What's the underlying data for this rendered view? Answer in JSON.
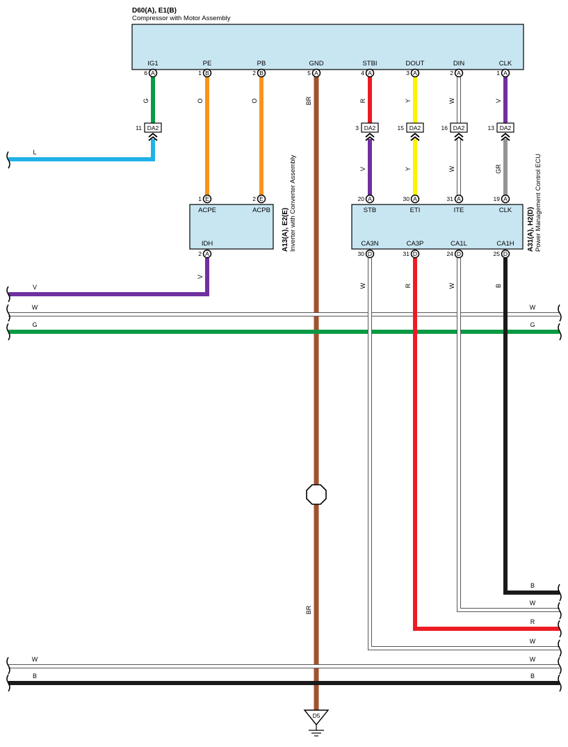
{
  "colors": {
    "G": "#0a9a44",
    "O": "#f7941d",
    "BR": "#a0522d",
    "R": "#ed1c24",
    "Y": "#fff200",
    "W": "#ffffff",
    "V": "#7030a0",
    "L": "#1fb1e8",
    "GR": "#949494",
    "B": "#1a1a1a",
    "box_fill": "#c8e6f2"
  },
  "compressor": {
    "code": "D60(A), E1(B)",
    "name": "Compressor with Motor Assembly",
    "pins": [
      {
        "label": "IG1",
        "num": "6",
        "conn": "A"
      },
      {
        "label": "PE",
        "num": "1",
        "conn": "B"
      },
      {
        "label": "PB",
        "num": "2",
        "conn": "B"
      },
      {
        "label": "GND",
        "num": "5",
        "conn": "A"
      },
      {
        "label": "STBI",
        "num": "4",
        "conn": "A"
      },
      {
        "label": "DOUT",
        "num": "3",
        "conn": "A"
      },
      {
        "label": "DIN",
        "num": "2",
        "conn": "A"
      },
      {
        "label": "CLK",
        "num": "1",
        "conn": "A"
      }
    ]
  },
  "inverter": {
    "code": "A13(A), E2(E)",
    "name": "Inverter with Converter Assembly",
    "top_pins": [
      {
        "label": "ACPE",
        "num": "1",
        "conn": "E"
      },
      {
        "label": "ACPB",
        "num": "2",
        "conn": "E"
      }
    ],
    "bottom_pins": [
      {
        "label": "IDH",
        "num": "2",
        "conn": "A"
      }
    ]
  },
  "ecu": {
    "code": "A31(A), H2(D)",
    "name": "Power Management Control ECU",
    "top_pins": [
      {
        "label": "STB",
        "num": "20",
        "conn": "A"
      },
      {
        "label": "ETI",
        "num": "30",
        "conn": "A"
      },
      {
        "label": "ITE",
        "num": "31",
        "conn": "A"
      },
      {
        "label": "CLK",
        "num": "19",
        "conn": "A"
      }
    ],
    "bottom_pins": [
      {
        "label": "CA3N",
        "num": "30",
        "conn": "D"
      },
      {
        "label": "CA3P",
        "num": "31",
        "conn": "D"
      },
      {
        "label": "CA1L",
        "num": "24",
        "conn": "D"
      },
      {
        "label": "CA1H",
        "num": "25",
        "conn": "D"
      }
    ]
  },
  "junction_connectors": [
    {
      "num": "11",
      "label": "DA2"
    },
    {
      "num": "3",
      "label": "DA2"
    },
    {
      "num": "15",
      "label": "DA2"
    },
    {
      "num": "16",
      "label": "DA2"
    },
    {
      "num": "13",
      "label": "DA2"
    }
  ],
  "wire_labels": {
    "ig1_top": "G",
    "pe": "O",
    "pb": "O",
    "gnd_top": "BR",
    "gnd_bottom": "BR",
    "stbi_top": "R",
    "dout_top": "Y",
    "din_top": "W",
    "clk_top": "V",
    "l_wire": "L",
    "stb_bottom": "V",
    "eti_bottom": "Y",
    "ite_bottom": "W",
    "clk_bottom": "GR",
    "idh": "V",
    "idh_left": "V",
    "bus_w_left": "W",
    "bus_w_right": "W",
    "bus_g_left": "G",
    "bus_g_right": "G",
    "ca3n": "W",
    "ca3p": "R",
    "ca1l": "W",
    "ca1h": "B",
    "out_b": "B",
    "out_w1": "W",
    "out_r": "R",
    "out_w2": "W",
    "bot_w_left": "W",
    "bot_w_right": "W",
    "bot_b_left": "B",
    "bot_b_right": "B"
  },
  "ground": {
    "label": "D5"
  }
}
